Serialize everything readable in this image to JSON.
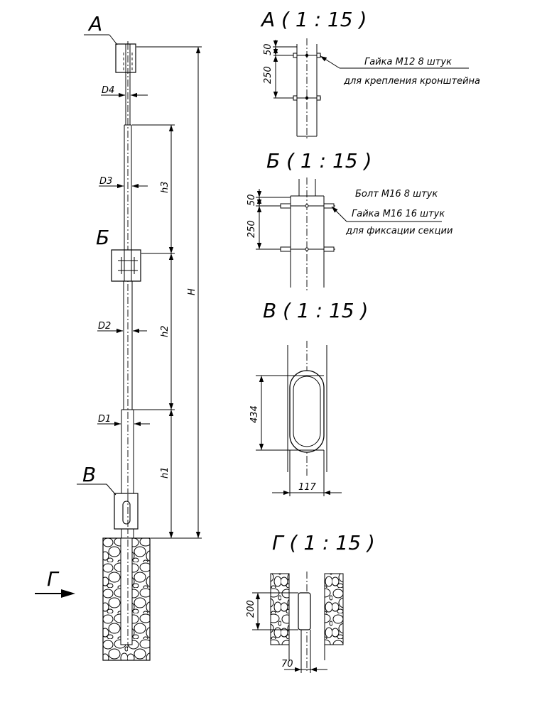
{
  "main_view": {
    "label_A": "А",
    "label_B": "Б",
    "label_V": "В",
    "label_G": "Г",
    "D4": "D4",
    "D3": "D3",
    "D2": "D2",
    "D1": "D1",
    "h3": "h3",
    "h2": "h2",
    "h1": "h1",
    "H": "H"
  },
  "detail_A": {
    "title": "А ( 1 : 15 )",
    "dim_50": "50",
    "dim_250": "250",
    "note_line1": "Гайка М12 8 штук",
    "note_line2": "для крепления кронштейна"
  },
  "detail_B": {
    "title": "Б ( 1 : 15 )",
    "dim_50": "50",
    "dim_250": "250",
    "note_line1": "Болт М16 8 штук",
    "note_line2": "Гайка М16 16 штук",
    "note_line3": "для фиксации секции"
  },
  "detail_V": {
    "title": "В ( 1 : 15 )",
    "dim_434": "434",
    "dim_117": "117"
  },
  "detail_G": {
    "title": "Г ( 1 : 15 )",
    "dim_200": "200",
    "dim_70": "70"
  }
}
